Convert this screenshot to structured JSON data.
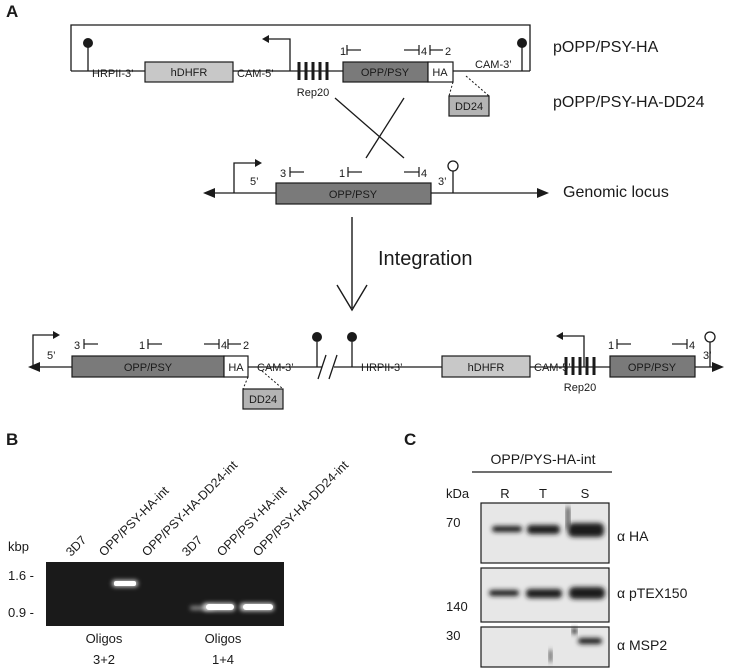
{
  "panel_labels": {
    "a": "A",
    "b": "B",
    "c": "C"
  },
  "plasmids": {
    "name1": "pOPP/PSY-HA",
    "name2": "pOPP/PSY-HA-DD24"
  },
  "genes": {
    "hdhfr": "hDHFR",
    "opp_psy": "OPP/PSY",
    "ha": "HA",
    "dd24": "DD24",
    "hrpii3": "HRPII-3’",
    "cam5": "CAM-5’",
    "cam3": "CAM-3’",
    "rep20": "Rep20",
    "five_prime": "5’",
    "three_prime": "3’"
  },
  "primers": {
    "p1": "1",
    "p2": "2",
    "p3": "3",
    "p4": "4"
  },
  "labels": {
    "genomic_locus": "Genomic locus",
    "integration": "Integration"
  },
  "gel": {
    "kbp": "kbp",
    "markers": [
      "1.6 -",
      "0.9 -"
    ],
    "lanes": [
      "3D7",
      "OPP/PSY-HA-int",
      "OPP/PSY-HA-DD24-int",
      "3D7",
      "OPP/PSY-HA-int",
      "OPP/PSY-HA-DD24-int"
    ],
    "oligos_label": "Oligos",
    "oligo_sets": [
      "3+2",
      "1+4"
    ]
  },
  "western": {
    "header": "OPP/PYS-HA-int",
    "kda": "kDa",
    "lanes": [
      "R",
      "T",
      "S"
    ],
    "markers": [
      "70",
      "140",
      "30"
    ],
    "antibodies": [
      "α HA",
      "α pTEX150",
      "α MSP2"
    ]
  },
  "colors": {
    "gene_dark": "#7a7a7a",
    "gene_light": "#c8c8c8",
    "dd24": "#b4b4b4",
    "gel_bg": "#1a1a1a",
    "blot_bg": "#e7e7e7"
  }
}
